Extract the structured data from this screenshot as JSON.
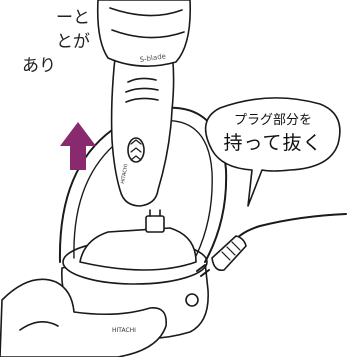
{
  "text_fragments": [
    "ーと",
    "とが",
    "あり"
  ],
  "speech_bubble": {
    "line1": "プラグ部分を",
    "line2": "持って抜く"
  },
  "device_labels": {
    "shaver_brand": "S-blade",
    "base_brand": "HITACHI",
    "shaver_logo": "HITACHI"
  },
  "colors": {
    "arrow": "#8a2a6e",
    "line": "#1a1a1a",
    "fill": "#ffffff"
  }
}
